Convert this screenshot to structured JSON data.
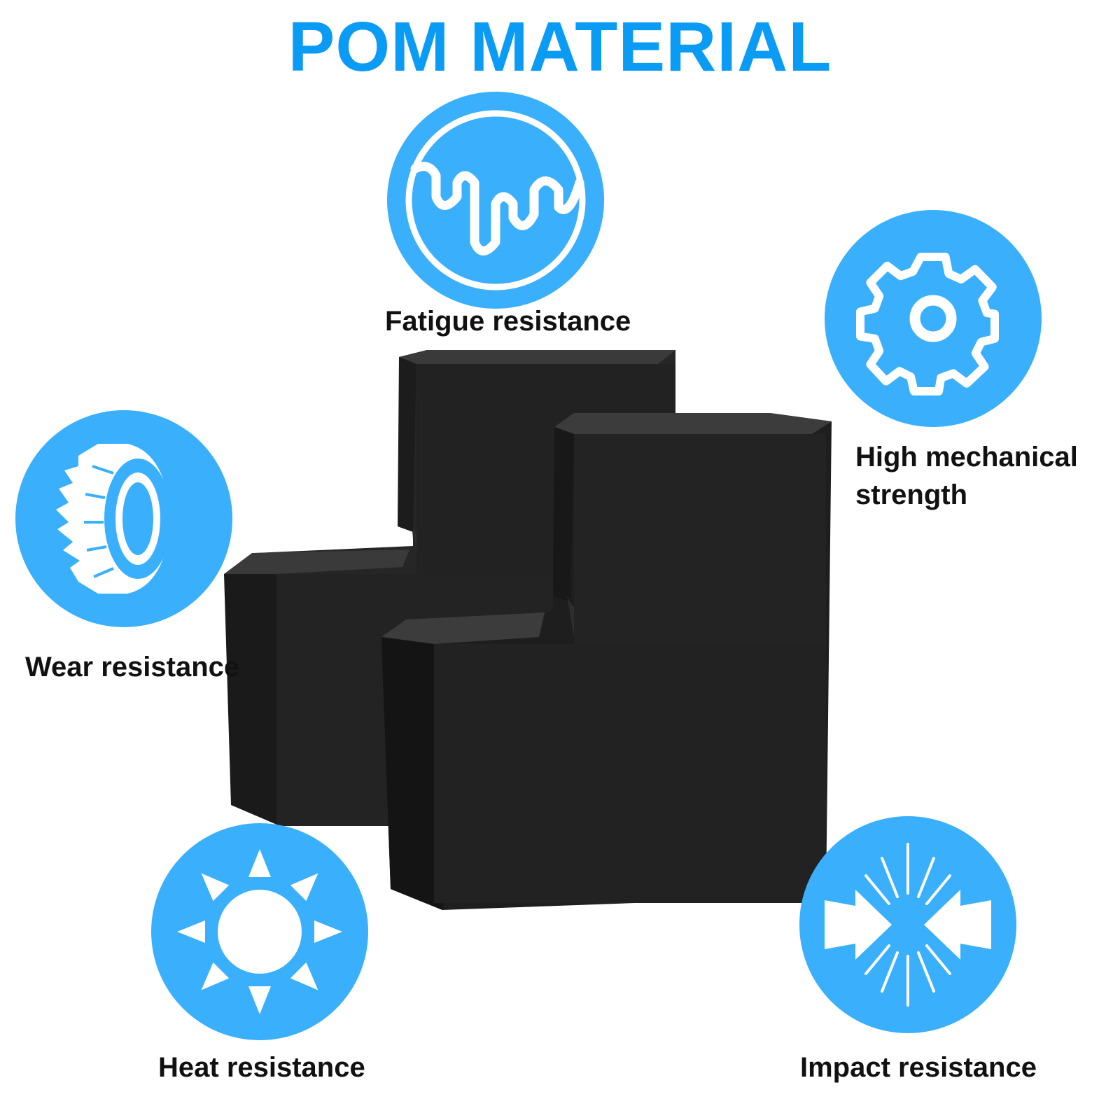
{
  "title": "POM MATERIAL",
  "colors": {
    "accent_blue": "#3aaffc",
    "title_blue": "#0a9bf5",
    "icon_white": "#ffffff",
    "label_text": "#111111",
    "product_black": "#202020"
  },
  "features": [
    {
      "id": "fatigue",
      "label": "Fatigue resistance",
      "icon": "fatigue-wave-icon"
    },
    {
      "id": "mechanical",
      "label_lines": [
        "High mechanical",
        "strength"
      ],
      "icon": "gear-icon"
    },
    {
      "id": "wear",
      "label": "Wear resistance",
      "icon": "tire-icon"
    },
    {
      "id": "heat",
      "label": "Heat resistance",
      "icon": "sun-icon"
    },
    {
      "id": "impact",
      "label": "Impact resistance",
      "icon": "impact-arrows-icon"
    }
  ],
  "product": {
    "description_icon": "black-l-shaped-pom-blocks"
  }
}
